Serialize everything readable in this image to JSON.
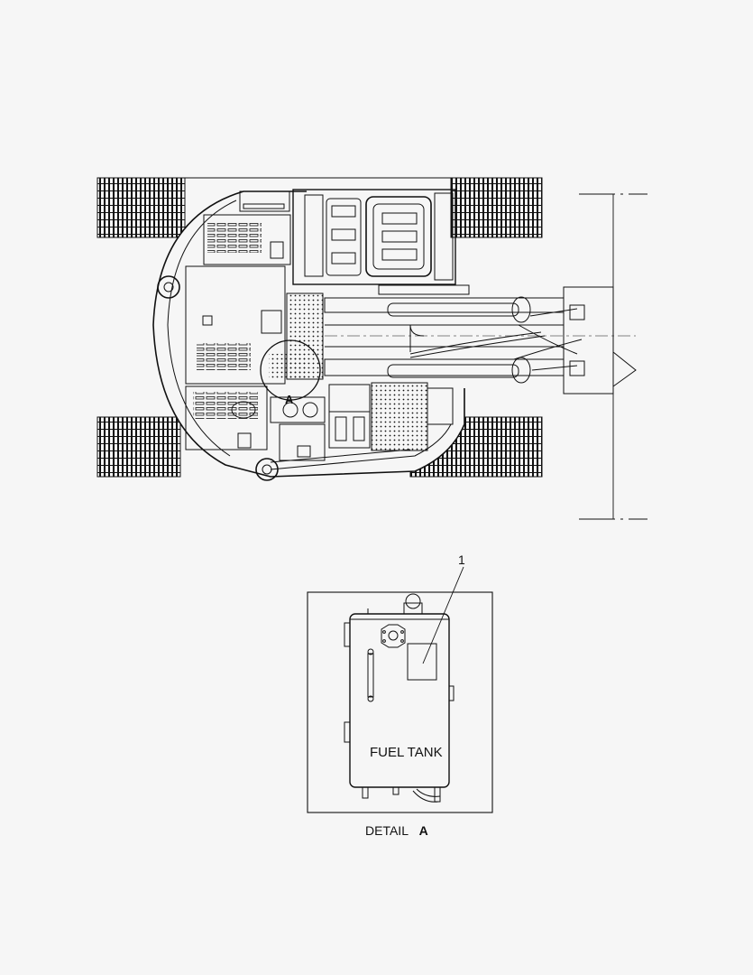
{
  "callout": {
    "number": "1"
  },
  "detail": {
    "caption_prefix": "DETAIL",
    "caption_letter": "A"
  },
  "tank": {
    "label": "FUEL TANK"
  },
  "view": {
    "callout_letter": "A"
  },
  "colors": {
    "line": "#111111",
    "background": "#f6f6f6"
  }
}
